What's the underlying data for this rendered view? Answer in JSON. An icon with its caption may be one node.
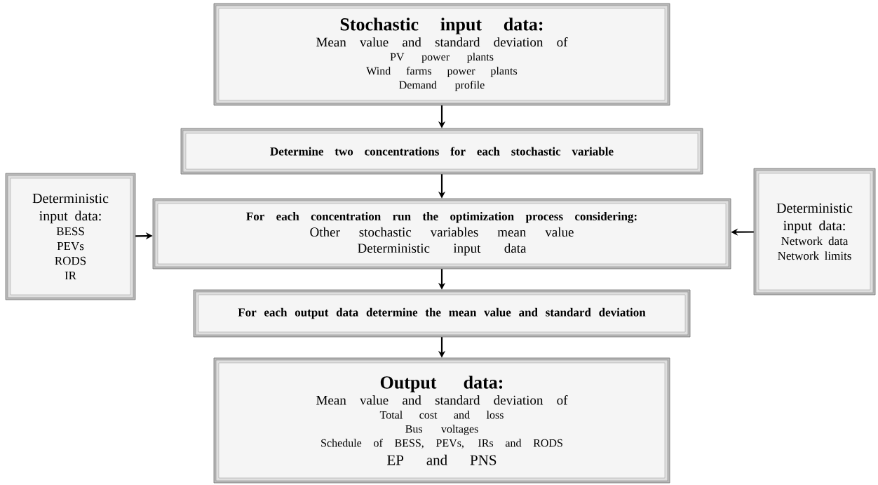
{
  "diagram": {
    "nodes": [
      {
        "text": [
          "Stochastic input data:",
          "Mean value and standard deviation of",
          "PV power plants",
          "Wind farms power plants",
          "Demand profile"
        ]
      },
      {
        "text": [
          "Determine two concentrations for each stochastic variable"
        ]
      },
      {
        "text": [
          "Deterministic input data:",
          "BESS",
          "PEVs",
          "RODS",
          "IR"
        ]
      },
      {
        "text": [
          "For each concentration run the optimization process considering:",
          "Other stochastic variables mean value",
          "Deterministic input data"
        ]
      },
      {
        "text": [
          "Deterministic input data:",
          "Network data",
          "Network limits"
        ]
      },
      {
        "text": [
          "For each output data determine the mean value and standard deviation"
        ]
      },
      {
        "text": [
          "Output data:",
          "Mean value and standard deviation of",
          "Total cost and loss",
          "Bus voltages",
          "Schedule of BESS, PEVs, IRs and RODS",
          "EP and PNS"
        ]
      }
    ],
    "edges": [
      {
        "from": 0,
        "to": 1,
        "arrow": "to"
      },
      {
        "from": 1,
        "to": 3,
        "arrow": "to"
      },
      {
        "from": 2,
        "to": 3,
        "arrow": "to"
      },
      {
        "from": 4,
        "to": 3,
        "arrow": "to"
      },
      {
        "from": 3,
        "to": 5,
        "arrow": "to"
      },
      {
        "from": 5,
        "to": 6,
        "arrow": "to"
      }
    ]
  }
}
